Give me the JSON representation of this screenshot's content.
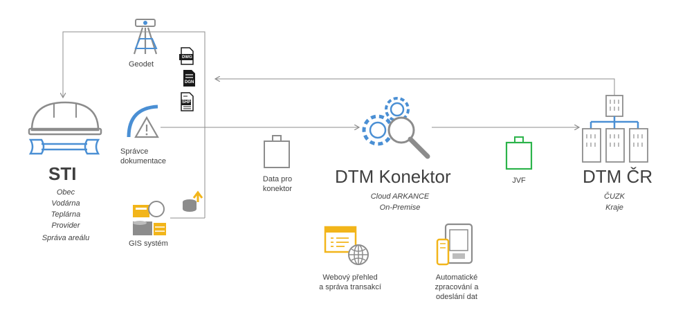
{
  "sti": {
    "title": "STI",
    "roles": [
      "Obec",
      "Vodárna",
      "Teplárna",
      "Provider",
      "Správa areálu"
    ]
  },
  "geodet": {
    "label": "Geodet"
  },
  "formats": [
    "DWG",
    "DGN",
    "SHP"
  ],
  "spravce": {
    "line1": "Správce",
    "line2": "dokumentace"
  },
  "gis": {
    "label": "GIS systém"
  },
  "data_pro": {
    "line1": "Data pro",
    "line2": "konektor"
  },
  "konektor": {
    "title": "DTM Konektor",
    "line1": "Cloud ARKANCE",
    "line2": "On-Premise"
  },
  "jvf": {
    "label": "JVF"
  },
  "dtm_cr": {
    "title": "DTM ČR",
    "line1": "ČUZK",
    "line2": "Kraje"
  },
  "webovy": {
    "line1": "Webový přehled",
    "line2": "a správa transakcí"
  },
  "auto": {
    "line1": "Automatické",
    "line2": "zpracování a",
    "line3": "odeslání dat"
  },
  "colors": {
    "blue": "#4a8fd4",
    "gray": "#8c8c8c",
    "yellow": "#f2b51a",
    "green": "#2bb34a",
    "text": "#404040"
  }
}
